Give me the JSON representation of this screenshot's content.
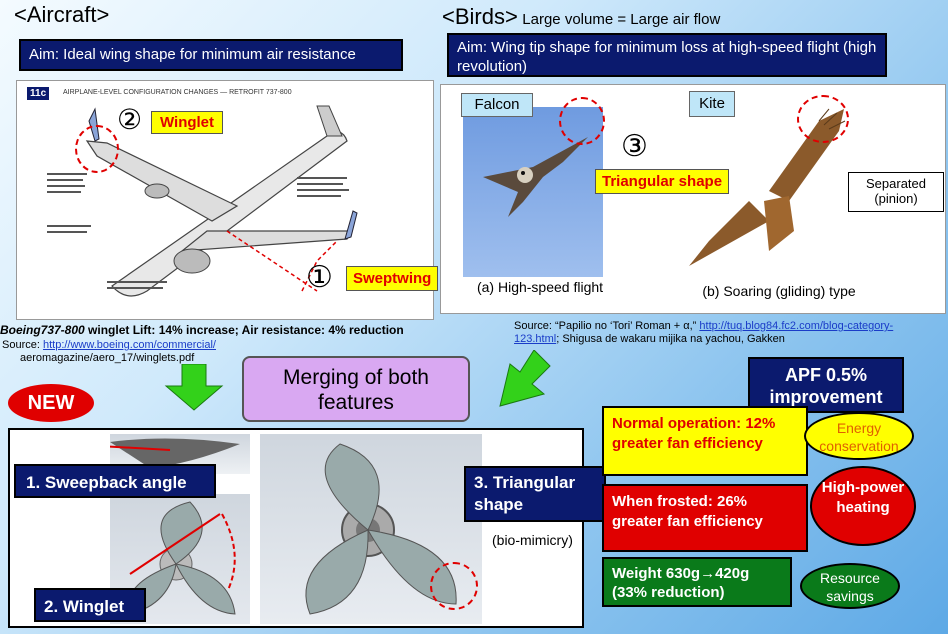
{
  "aircraft": {
    "heading": "<Aircraft>",
    "aim": "Aim: Ideal wing shape for minimum air resistance",
    "winglet_num": "②",
    "winglet_label": "Winglet",
    "sweptwing_num": "①",
    "sweptwing_label": "Sweptwing",
    "fig_badge": "11c",
    "fig_title": "AIRPLANE-LEVEL CONFIGURATION CHANGES — RETROFIT 737-800",
    "caption_model": "Boeing737-800",
    "caption_rest": " winglet  Lift: 14% increase; Air resistance: 4% reduction",
    "source_prefix": "Source: ",
    "source_link": "http://www.boeing.com/commercial/",
    "source_line2": "aeromagazine/aero_17/winglets.pdf"
  },
  "birds": {
    "heading": "<Birds>",
    "subheading": "Large volume = Large air flow",
    "aim": "Aim: Wing tip shape for minimum loss at high-speed flight (high revolution)",
    "falcon_tab": "Falcon",
    "kite_tab": "Kite",
    "triangular_num": "③",
    "triangular_label": "Triangular shape",
    "separated_label": "Separated (pinion)",
    "falcon_caption": "(a) High-speed flight",
    "kite_caption": "(b) Soaring (gliding) type",
    "source_prefix": "Source: “Papilio no ‘Tori’ Roman + α,” ",
    "source_link": "http://tuq.blog84.fc2.com/blog-category-123.html",
    "source_rest": "; Shigusa de wakaru mijika na yachou, Gakken"
  },
  "merge": {
    "label": "Merging of both features",
    "new_badge": "NEW"
  },
  "fan": {
    "label1": "1. Sweepback angle",
    "label2": "2. Winglet",
    "label3": "3. Triangular shape",
    "biomimicry": "(bio-mimicry)"
  },
  "results": {
    "apf": "APF 0.5% improvement",
    "normal": "Normal operation: 12% greater fan efficiency",
    "energy": "Energy conservation",
    "frosted": "When frosted: 26% greater fan efficiency",
    "heating": "High-power heating",
    "weight": "Weight 630g→420g (33% reduction)",
    "resource": "Resource savings"
  }
}
